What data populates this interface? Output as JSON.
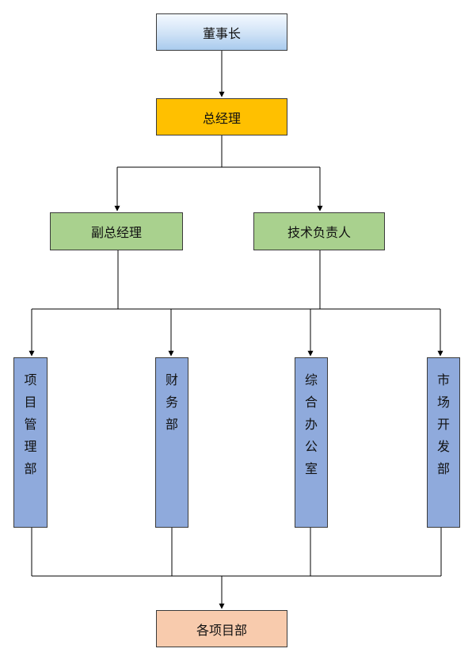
{
  "nodes": {
    "chairman": "董事长",
    "general_manager": "总经理",
    "deputy_gm": "副总经理",
    "technical_lead": "技术负责人",
    "project_mgmt_dept": [
      "项",
      "目",
      "管",
      "理",
      "部"
    ],
    "finance_dept": [
      "财",
      "务",
      "部"
    ],
    "admin_office": [
      "综",
      "合",
      "办",
      "公",
      "室"
    ],
    "marketing_dept": [
      "市",
      "场",
      "开",
      "发",
      "部"
    ],
    "all_project_depts": "各项目部"
  },
  "colors": {
    "chairman_fill": "#cfe2f6",
    "general_manager_fill": "#ffc000",
    "managers_fill": "#a9d18e",
    "departments_fill": "#8faadc",
    "project_depts_fill": "#f8cbad",
    "connector": "#000000"
  }
}
